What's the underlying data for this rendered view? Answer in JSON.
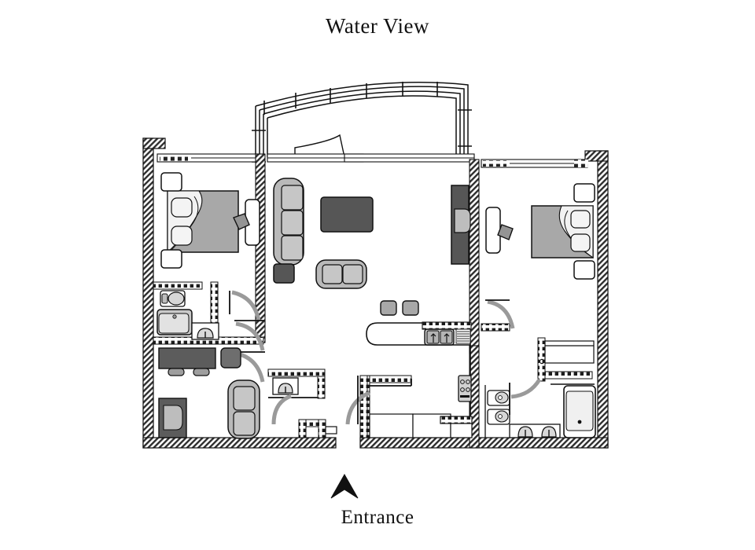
{
  "plan": {
    "title": "Water View",
    "entrance_label": "Entrance",
    "entrance_marker": "north-arrow-chevron",
    "orientation_note": "Water View at top, Entrance at bottom"
  },
  "colors": {
    "ink": "#111111",
    "wall_hatch": "#303030",
    "furniture_light": "#b9b9b9",
    "furniture_mid": "#a0a0a0",
    "furniture_dark": "#565656",
    "furniture_darker": "#4a4a4a",
    "door_swing": "#9a9a9a",
    "paper": "#ffffff"
  },
  "rooms": [
    {
      "id": "balcony",
      "name": "Balcony / Terrace",
      "icon": "balcony-icon"
    },
    {
      "id": "bedroom-left",
      "name": "Bedroom (Left)",
      "icon": "bed-icon"
    },
    {
      "id": "bedroom-right",
      "name": "Bedroom (Right)",
      "icon": "bed-icon"
    },
    {
      "id": "living-room",
      "name": "Living Room",
      "icon": "sofa-icon"
    },
    {
      "id": "kitchen",
      "name": "Kitchen",
      "icon": "sink-icon"
    },
    {
      "id": "bathroom-left",
      "name": "Bathroom (Left)",
      "icon": "bathtub-icon"
    },
    {
      "id": "bathroom-right",
      "name": "Bathroom (Right)",
      "icon": "bathtub-icon"
    },
    {
      "id": "den",
      "name": "Den / Study",
      "icon": "desk-icon"
    },
    {
      "id": "powder-room",
      "name": "Powder Room",
      "icon": "toilet-icon"
    },
    {
      "id": "foyer",
      "name": "Entry Foyer",
      "icon": "door-icon"
    },
    {
      "id": "closet",
      "name": "Closet / Pantry",
      "icon": "closet-icon"
    }
  ],
  "fixtures": [
    {
      "id": "bed-left",
      "name": "Double bed with pillows",
      "room": "bedroom-left"
    },
    {
      "id": "nightstand-l1",
      "name": "Nightstand",
      "room": "bedroom-left"
    },
    {
      "id": "nightstand-l2",
      "name": "Nightstand",
      "room": "bedroom-left"
    },
    {
      "id": "desk-left",
      "name": "Desk with chair",
      "room": "bedroom-left"
    },
    {
      "id": "bed-right",
      "name": "Double bed with pillows",
      "room": "bedroom-right"
    },
    {
      "id": "nightstand-r1",
      "name": "Nightstand",
      "room": "bedroom-right"
    },
    {
      "id": "nightstand-r2",
      "name": "Nightstand",
      "room": "bedroom-right"
    },
    {
      "id": "desk-right",
      "name": "Desk with chair",
      "room": "bedroom-right"
    },
    {
      "id": "sofa-three",
      "name": "Three-seat sofa",
      "room": "living-room"
    },
    {
      "id": "loveseat",
      "name": "Loveseat",
      "room": "living-room"
    },
    {
      "id": "coffee-table",
      "name": "Coffee table",
      "room": "living-room"
    },
    {
      "id": "side-table",
      "name": "Side table",
      "room": "living-room"
    },
    {
      "id": "media-console",
      "name": "Media console",
      "room": "living-room"
    },
    {
      "id": "kitchen-island",
      "name": "Kitchen island / bar",
      "room": "kitchen"
    },
    {
      "id": "double-sink",
      "name": "Double sink",
      "room": "kitchen"
    },
    {
      "id": "cooktop",
      "name": "Cooktop",
      "room": "kitchen"
    },
    {
      "id": "bar-stool-1",
      "name": "Bar stool",
      "room": "kitchen"
    },
    {
      "id": "bar-stool-2",
      "name": "Bar stool",
      "room": "kitchen"
    },
    {
      "id": "tub-left",
      "name": "Bathtub",
      "room": "bathroom-left"
    },
    {
      "id": "toilet-left",
      "name": "Toilet",
      "room": "bathroom-left"
    },
    {
      "id": "vanity-left",
      "name": "Vanity sink",
      "room": "bathroom-left"
    },
    {
      "id": "tub-right",
      "name": "Bathtub",
      "room": "bathroom-right"
    },
    {
      "id": "toilet-right-1",
      "name": "Toilet",
      "room": "bathroom-right"
    },
    {
      "id": "toilet-right-2",
      "name": "Bidet",
      "room": "bathroom-right"
    },
    {
      "id": "vanity-right",
      "name": "Double vanity",
      "room": "bathroom-right"
    },
    {
      "id": "den-desk",
      "name": "Desk with two chairs",
      "room": "den"
    },
    {
      "id": "den-sofa",
      "name": "Sofa",
      "room": "den"
    },
    {
      "id": "den-cabinet",
      "name": "Cabinet",
      "room": "den"
    },
    {
      "id": "powder-sink",
      "name": "Corner sink",
      "room": "powder-room"
    }
  ]
}
